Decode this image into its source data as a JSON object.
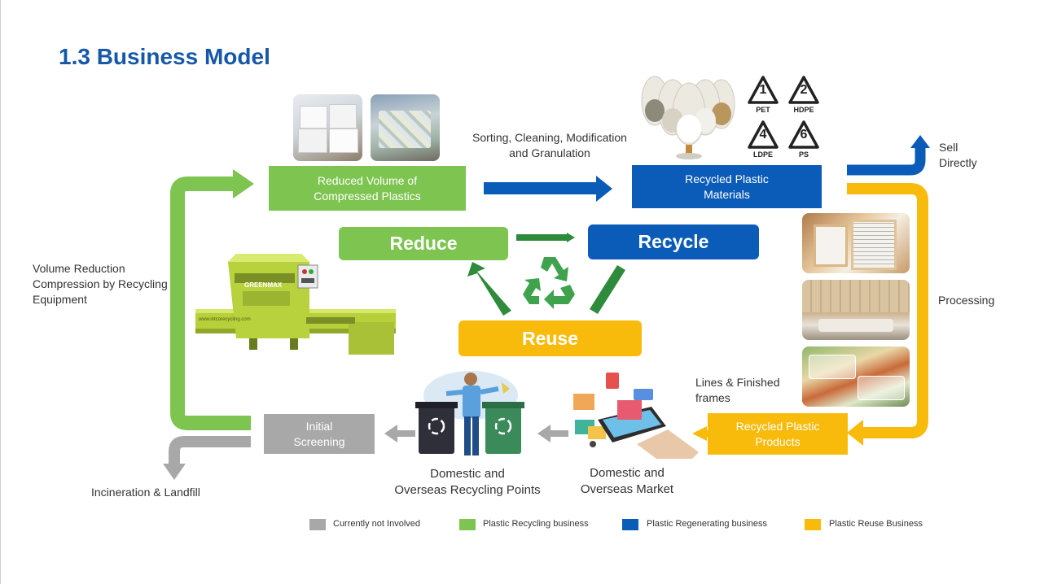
{
  "page": {
    "title": "1.3 Business Model"
  },
  "nodes": {
    "reduced_volume": "Reduced Volume of\nCompressed Plastics",
    "recycled_materials": "Recycled Plastic\nMaterials",
    "recycled_products": "Recycled Plastic\nProducts",
    "initial_screening": "Initial\nScreening",
    "reduce": "Reduce",
    "recycle": "Recycle",
    "reuse": "Reuse"
  },
  "labels": {
    "sorting": "Sorting, Cleaning, Modification\nand Granulation",
    "sell_directly": "Sell\nDirectly",
    "processing": "Processing",
    "lines_frames": "Lines & Finished\nframes",
    "volume_reduction": "Volume Reduction\nCompression by Recycling\nEquipment",
    "incineration": "Incineration & Landfill",
    "recycling_points": "Domestic and\nOverseas Recycling Points",
    "market": "Domestic and\nOverseas Market"
  },
  "resin_codes": [
    {
      "num": "1",
      "name": "PET"
    },
    {
      "num": "2",
      "name": "HDPE"
    },
    {
      "num": "4",
      "name": "LDPE"
    },
    {
      "num": "6",
      "name": "PS"
    }
  ],
  "machine_brand": "GREENMAX",
  "machine_url": "www.intcorecycling.com",
  "legend": [
    {
      "label": "Currently not Involved",
      "color": "#a8a8a8"
    },
    {
      "label": "Plastic Recycling business",
      "color": "#7dc450"
    },
    {
      "label": "Plastic Regenerating business",
      "color": "#0a5cb8"
    },
    {
      "label": "Plastic Reuse Business",
      "color": "#f8bb0c"
    }
  ],
  "colors": {
    "green": "#7dc450",
    "blue": "#0a5cb8",
    "yellow": "#f8bb0c",
    "gray": "#a8a8a8",
    "dark_green": "#2e8b3c",
    "title": "#1558a8"
  },
  "icons": [
    "recycle-icon",
    "resin-code-icon",
    "trash-bin-icon",
    "shopping-icon",
    "compressor-machine-icon"
  ]
}
